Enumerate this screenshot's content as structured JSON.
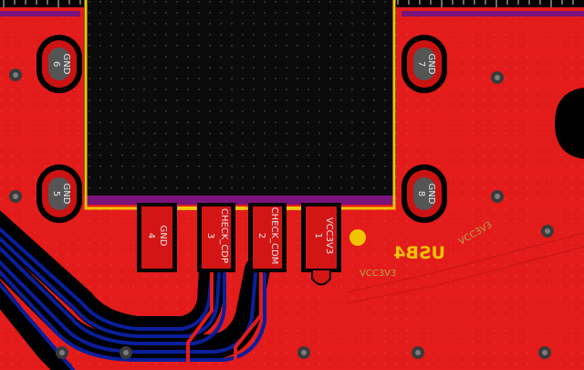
{
  "colors": {
    "copper": "#e31b1b",
    "copper_dark": "#b31212",
    "board_bg": "#000000",
    "back_trace": "#0a1f9c",
    "component": "#0b0b0b",
    "outline": "#f2c400",
    "mask": "#7a147a"
  },
  "pads": {
    "pin6": {
      "number": "6",
      "name": "GND"
    },
    "pin7": {
      "number": "7",
      "name": "GND"
    },
    "pin5": {
      "number": "5",
      "name": "GND"
    },
    "pin8": {
      "number": "8",
      "name": "GND"
    },
    "pin4": {
      "number": "4",
      "name": "GND"
    },
    "pin3": {
      "number": "3",
      "name": "CHECK_CDP"
    },
    "pin2": {
      "number": "2",
      "name": "CHECK_CDM"
    },
    "pin1": {
      "number": "1",
      "name": "VCC3V3"
    }
  },
  "component": {
    "reference": "USB4"
  },
  "net_labels": {
    "vcc_a": "VCC3V3",
    "vcc_b": "VCC3V3"
  }
}
